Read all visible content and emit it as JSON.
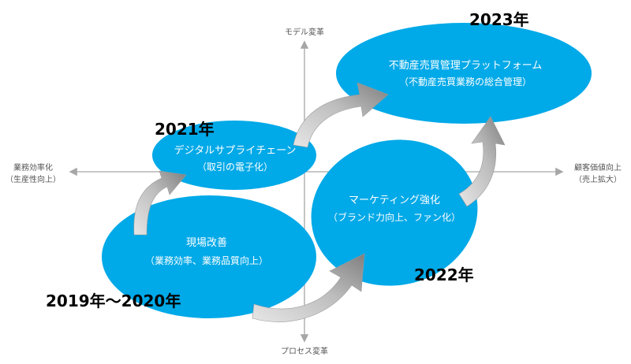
{
  "axes": {
    "top": "モデル変革",
    "bottom": "プロセス変革",
    "left_line1": "業務効率化",
    "left_line2": "（生産性向上）",
    "right_line1": "顧客価値向上",
    "right_line2": "（売上拡大）"
  },
  "nodes": {
    "genba": {
      "title": "現場改善",
      "subtitle": "（業務効率、業務品質向上）",
      "year": "2019年～2020年"
    },
    "digital": {
      "title": "デジタルサプライチェーン",
      "subtitle": "（取引の電子化）",
      "year": "2021年"
    },
    "marketing": {
      "title": "マーケティング強化",
      "subtitle": "（ブランド力向上、ファン化）",
      "year": "2022年"
    },
    "platform": {
      "title": "不動産売買管理プラットフォーム",
      "subtitle": "（不動産売買業務の総合管理）",
      "year": "2023年"
    }
  },
  "colors": {
    "ellipse": "#00a9e8",
    "axis": "#a6a6a6",
    "arrow_light": "#d9d9d9",
    "arrow_dark": "#7f7f7f"
  }
}
